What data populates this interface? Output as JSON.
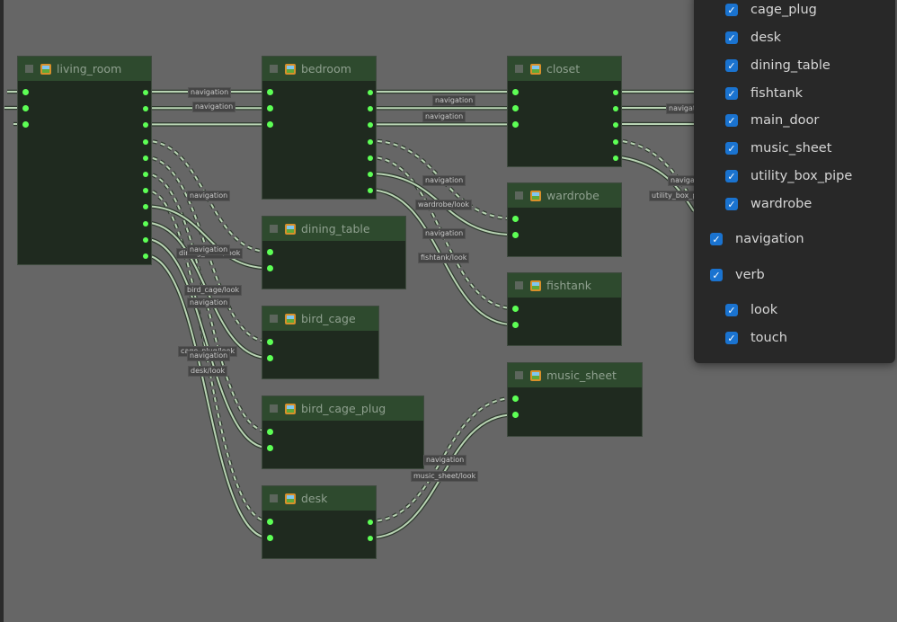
{
  "graph": {
    "nodes": [
      {
        "id": "living_room",
        "title": "living_room"
      },
      {
        "id": "bedroom",
        "title": "bedroom"
      },
      {
        "id": "closet",
        "title": "closet"
      },
      {
        "id": "wardrobe",
        "title": "wardrobe"
      },
      {
        "id": "dining_table",
        "title": "dining_table"
      },
      {
        "id": "fishtank",
        "title": "fishtank"
      },
      {
        "id": "bird_cage",
        "title": "bird_cage"
      },
      {
        "id": "music_sheet",
        "title": "music_sheet"
      },
      {
        "id": "bird_cage_plug",
        "title": "bird_cage_plug"
      },
      {
        "id": "desk",
        "title": "desk"
      }
    ],
    "edge_labels": [
      {
        "text": "navigation"
      },
      {
        "text": "navigation"
      },
      {
        "text": "navigation"
      },
      {
        "text": "navigation"
      },
      {
        "text": "navigation"
      },
      {
        "text": "wardrobe/look"
      },
      {
        "text": "navigation"
      },
      {
        "text": "fishtank/look"
      },
      {
        "text": "navigation"
      },
      {
        "text": "dining_table/look"
      },
      {
        "text": "navigation"
      },
      {
        "text": "bird_cage/look"
      },
      {
        "text": "navigation"
      },
      {
        "text": "cage_plug/look"
      },
      {
        "text": "navigation"
      },
      {
        "text": "desk/look"
      },
      {
        "text": "navigation"
      },
      {
        "text": "music_sheet/look"
      },
      {
        "text": "navigation"
      },
      {
        "text": "navigation"
      },
      {
        "text": "utility_box_pipe"
      }
    ]
  },
  "filter_panel": {
    "items": [
      {
        "label": "cage_plug",
        "checked": true,
        "level": 2
      },
      {
        "label": "desk",
        "checked": true,
        "level": 2
      },
      {
        "label": "dining_table",
        "checked": true,
        "level": 2
      },
      {
        "label": "fishtank",
        "checked": true,
        "level": 2
      },
      {
        "label": "main_door",
        "checked": true,
        "level": 2
      },
      {
        "label": "music_sheet",
        "checked": true,
        "level": 2
      },
      {
        "label": "utility_box_pipe",
        "checked": true,
        "level": 2
      },
      {
        "label": "wardrobe",
        "checked": true,
        "level": 2
      },
      {
        "label": "navigation",
        "checked": true,
        "level": 1
      },
      {
        "label": "verb",
        "checked": true,
        "level": 1
      },
      {
        "label": "look",
        "checked": true,
        "level": 2
      },
      {
        "label": "touch",
        "checked": true,
        "level": 2
      }
    ],
    "check_glyph": "✓"
  },
  "colors": {
    "canvas_bg": "#666666",
    "node_body": "#1f2a1f",
    "node_header": "#2e4a2e",
    "port": "#5dff55",
    "edge": "#b9d4b4",
    "checkbox": "#1a73d0",
    "panel_bg": "#282828"
  }
}
